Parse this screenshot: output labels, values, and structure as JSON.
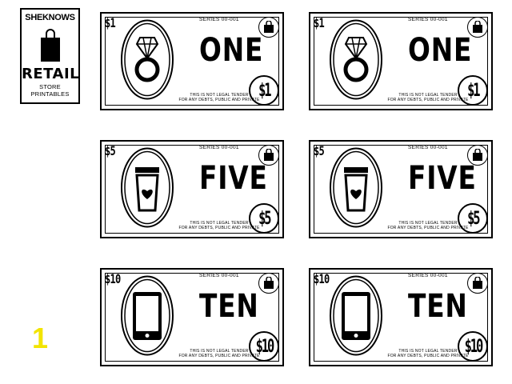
{
  "brand": {
    "name": "SHEKNOWS",
    "title": "RETAIL",
    "subtitle": "STORE PRINTABLES",
    "icon": "shopping-bag-icon"
  },
  "bills": [
    {
      "corner": "$1",
      "series": "SERIES 00-001",
      "word": "ONE",
      "value": "$1",
      "icon": "ring-icon",
      "disclaimer_1": "THIS IS NOT LEGAL TENDER",
      "disclaimer_2": "FOR ANY DEBTS, PUBLIC AND PRIVATE"
    },
    {
      "corner": "$1",
      "series": "SERIES 00-001",
      "word": "ONE",
      "value": "$1",
      "icon": "ring-icon",
      "disclaimer_1": "THIS IS NOT LEGAL TENDER",
      "disclaimer_2": "FOR ANY DEBTS, PUBLIC AND PRIVATE"
    },
    {
      "corner": "$5",
      "series": "SERIES 00-001",
      "word": "FIVE",
      "value": "$5",
      "icon": "coffee-cup-icon",
      "disclaimer_1": "THIS IS NOT LEGAL TENDER",
      "disclaimer_2": "FOR ANY DEBTS, PUBLIC AND PRIVATE"
    },
    {
      "corner": "$5",
      "series": "SERIES 00-001",
      "word": "FIVE",
      "value": "$5",
      "icon": "coffee-cup-icon",
      "disclaimer_1": "THIS IS NOT LEGAL TENDER",
      "disclaimer_2": "FOR ANY DEBTS, PUBLIC AND PRIVATE"
    },
    {
      "corner": "$10",
      "series": "SERIES 00-001",
      "word": "TEN",
      "value": "$10",
      "icon": "smartphone-icon",
      "disclaimer_1": "THIS IS NOT LEGAL TENDER",
      "disclaimer_2": "FOR ANY DEBTS, PUBLIC AND PRIVATE"
    },
    {
      "corner": "$10",
      "series": "SERIES 00-001",
      "word": "TEN",
      "value": "$10",
      "icon": "smartphone-icon",
      "disclaimer_1": "THIS IS NOT LEGAL TENDER",
      "disclaimer_2": "FOR ANY DEBTS, PUBLIC AND PRIVATE"
    }
  ],
  "page_number": "1",
  "colors": {
    "ink": "#000000",
    "paper": "#ffffff",
    "page_mark": "#f2e400"
  }
}
